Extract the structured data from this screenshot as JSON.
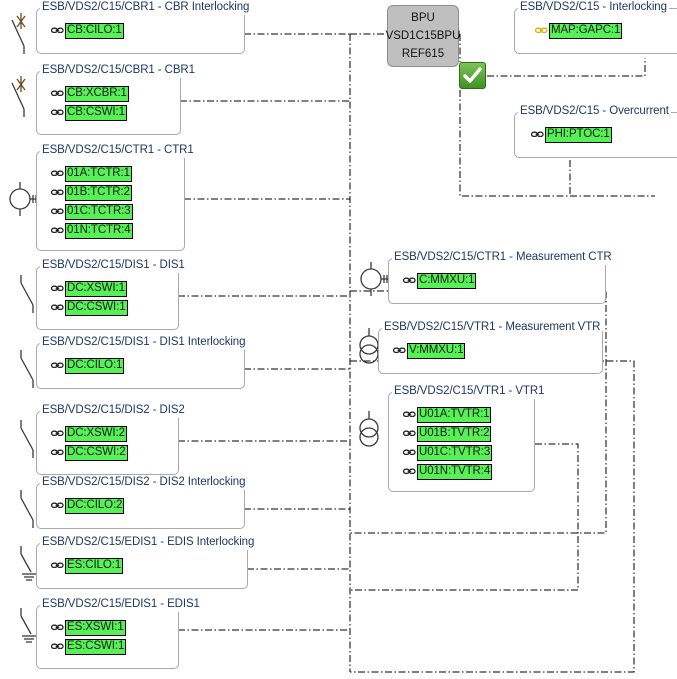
{
  "diagram": {
    "title": "Substation IEC 61850 logical node binding diagram",
    "colors": {
      "ln_chip_fill": "#55f155",
      "ied_fill": "#bfbfbf",
      "panel_border": "#a9a9a9",
      "panel_title_text": "#1f3864",
      "wire": "#000000",
      "badge_green": "#4ca32a",
      "chain_black": "#222222",
      "chain_gold": "#d4b500"
    },
    "ied": {
      "name": "ied-device-box",
      "line1": "BPU",
      "line2": "VSD1C15BPU",
      "line3": "REF615"
    },
    "badge": {
      "name": "validation-ok-badge",
      "icon": "check-icon",
      "state": "ok"
    },
    "symbols": [
      {
        "name": "circuit-breaker-symbol-cbr1-interlocking",
        "type": "circuit-breaker"
      },
      {
        "name": "circuit-breaker-symbol-cbr1",
        "type": "circuit-breaker"
      },
      {
        "name": "current-transformer-symbol-ctr1",
        "type": "current-transformer"
      },
      {
        "name": "disconnector-symbol-dis1",
        "type": "disconnector"
      },
      {
        "name": "disconnector-symbol-dis1-interlocking",
        "type": "disconnector"
      },
      {
        "name": "disconnector-symbol-dis2",
        "type": "disconnector"
      },
      {
        "name": "disconnector-symbol-dis2-interlocking",
        "type": "disconnector"
      },
      {
        "name": "earth-switch-symbol-edis1-interlocking",
        "type": "earth-switch"
      },
      {
        "name": "earth-switch-symbol-edis1",
        "type": "earth-switch"
      },
      {
        "name": "current-transformer-symbol-measurement-ctr",
        "type": "current-transformer"
      },
      {
        "name": "voltage-transformer-symbol-measurement-vtr",
        "type": "voltage-transformer"
      },
      {
        "name": "voltage-transformer-symbol-vtr1",
        "type": "voltage-transformer"
      }
    ],
    "panels": [
      {
        "name": "panel-cbr1-interlocking",
        "title": "ESB/VDS2/C15/CBR1 - CBR Interlocking",
        "nodes": [
          {
            "label": "CB:CILO:1",
            "icon": "chain-link-icon"
          }
        ]
      },
      {
        "name": "panel-cbr1",
        "title": "ESB/VDS2/C15/CBR1 - CBR1",
        "nodes": [
          {
            "label": "CB:XCBR:1",
            "icon": "chain-link-icon"
          },
          {
            "label": "CB:CSWI:1",
            "icon": "chain-link-icon"
          }
        ]
      },
      {
        "name": "panel-ctr1",
        "title": "ESB/VDS2/C15/CTR1 - CTR1",
        "nodes": [
          {
            "label": "01A:TCTR:1",
            "icon": "chain-link-icon"
          },
          {
            "label": "01B:TCTR:2",
            "icon": "chain-link-icon"
          },
          {
            "label": "01C:TCTR:3",
            "icon": "chain-link-icon"
          },
          {
            "label": "01N:TCTR:4",
            "icon": "chain-link-icon"
          }
        ]
      },
      {
        "name": "panel-dis1",
        "title": "ESB/VDS2/C15/DIS1 - DIS1",
        "nodes": [
          {
            "label": "DC:XSWI:1",
            "icon": "chain-link-icon"
          },
          {
            "label": "DC:CSWI:1",
            "icon": "chain-link-icon"
          }
        ]
      },
      {
        "name": "panel-dis1-interlocking",
        "title": "ESB/VDS2/C15/DIS1 - DIS1 Interlocking",
        "nodes": [
          {
            "label": "DC:CILO:1",
            "icon": "chain-link-icon"
          }
        ]
      },
      {
        "name": "panel-dis2",
        "title": "ESB/VDS2/C15/DIS2 - DIS2",
        "nodes": [
          {
            "label": "DC:XSWI:2",
            "icon": "chain-link-icon"
          },
          {
            "label": "DC:CSWI:2",
            "icon": "chain-link-icon"
          }
        ]
      },
      {
        "name": "panel-dis2-interlocking",
        "title": "ESB/VDS2/C15/DIS2 - DIS2 Interlocking",
        "nodes": [
          {
            "label": "DC:CILO:2",
            "icon": "chain-link-icon"
          }
        ]
      },
      {
        "name": "panel-edis1-interlocking",
        "title": "ESB/VDS2/C15/EDIS1 - EDIS Interlocking",
        "nodes": [
          {
            "label": "ES:CILO:1",
            "icon": "chain-link-icon"
          }
        ]
      },
      {
        "name": "panel-edis1",
        "title": "ESB/VDS2/C15/EDIS1 - EDIS1",
        "nodes": [
          {
            "label": "ES:XSWI:1",
            "icon": "chain-link-icon"
          },
          {
            "label": "ES:CSWI:1",
            "icon": "chain-link-icon"
          }
        ]
      },
      {
        "name": "panel-c15-interlocking",
        "title": "ESB/VDS2/C15 - Interlocking",
        "nodes": [
          {
            "label": "MAP:GAPC:1",
            "icon": "chain-link-gold-icon"
          }
        ]
      },
      {
        "name": "panel-c15-overcurrent",
        "title": "ESB/VDS2/C15 - Overcurrent",
        "nodes": [
          {
            "label": "PHI:PTOC:1",
            "icon": "chain-link-icon"
          }
        ]
      },
      {
        "name": "panel-ctr1-measurement",
        "title": "ESB/VDS2/C15/CTR1 - Measurement CTR",
        "nodes": [
          {
            "label": "C:MMXU:1",
            "icon": "chain-link-icon"
          }
        ]
      },
      {
        "name": "panel-vtr1-measurement",
        "title": "ESB/VDS2/C15/VTR1 - Measurement VTR",
        "nodes": [
          {
            "label": "V:MMXU:1",
            "icon": "chain-link-icon"
          }
        ]
      },
      {
        "name": "panel-vtr1",
        "title": "ESB/VDS2/C15/VTR1 - VTR1",
        "nodes": [
          {
            "label": "U01A:TVTR:1",
            "icon": "chain-link-icon"
          },
          {
            "label": "U01B:TVTR:2",
            "icon": "chain-link-icon"
          },
          {
            "label": "U01C:TVTR:3",
            "icon": "chain-link-icon"
          },
          {
            "label": "U01N:TVTR:4",
            "icon": "chain-link-icon"
          }
        ]
      }
    ]
  }
}
